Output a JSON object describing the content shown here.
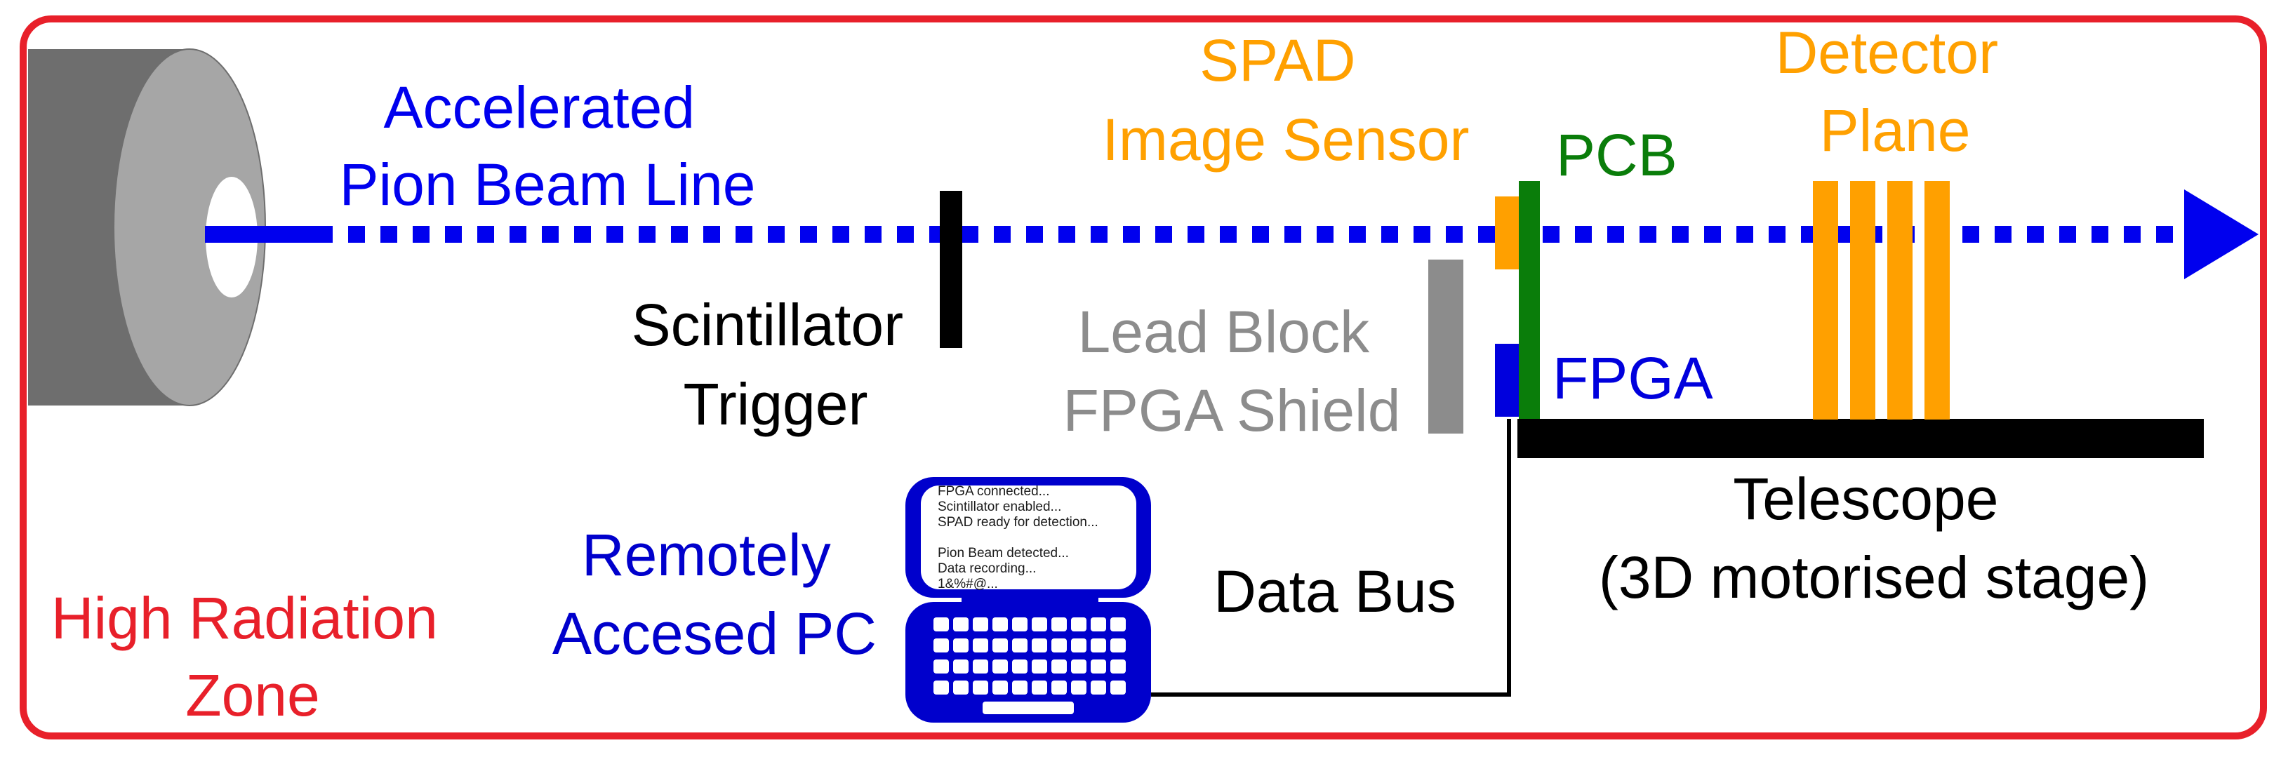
{
  "colors": {
    "frame": "#e8202a",
    "beam": "#0000ee",
    "orange": "#ffa000",
    "pcb": "#0a7d0a",
    "lead": "#8c8c8c",
    "fpga_block": "#0000dd",
    "pc_blue": "#0000cc",
    "black": "#000000"
  },
  "labels": {
    "beam_line": [
      "Accelerated",
      "Pion Beam Line"
    ],
    "spad": [
      "SPAD",
      "Image Sensor"
    ],
    "pcb": "PCB",
    "detector_plane": [
      "Detector",
      "Plane"
    ],
    "scintillator": [
      "Scintillator",
      "Trigger"
    ],
    "lead_block": [
      "Lead Block",
      "FPGA Shield"
    ],
    "fpga": "FPGA",
    "telescope": [
      "Telescope",
      "(3D motorised stage)"
    ],
    "data_bus": "Data Bus",
    "remote_pc": [
      "Remotely",
      "Accesed PC"
    ],
    "radiation_zone": [
      "High Radiation",
      "Zone"
    ]
  },
  "pc_screen": {
    "lines": [
      "FPGA connected...",
      "Scintillator enabled...",
      "SPAD ready for detection...",
      "",
      "Pion Beam detected...",
      "Data recording...",
      "1&%#@..."
    ]
  },
  "icons": {
    "beam_source": "cylinder-beam-pipe-icon",
    "beam_arrow": "arrow-right-icon",
    "computer": "computer-keyboard-icon"
  }
}
